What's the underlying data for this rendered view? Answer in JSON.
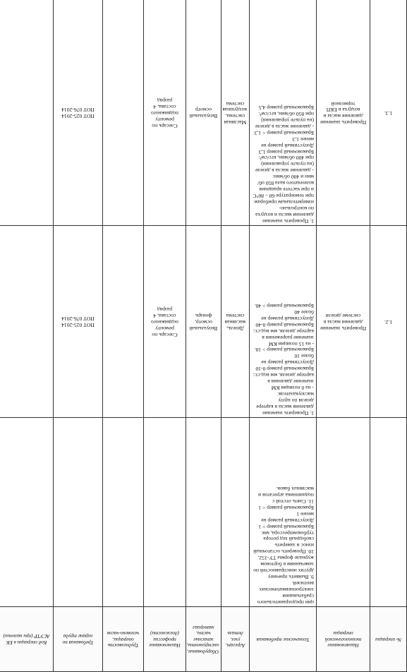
{
  "headers": {
    "num": "№ операции",
    "name": "Наименование технологической операции",
    "req": "Технические требования",
    "unit": "Агрегат, узел, деталь",
    "eq": "Оборудование, инструменты, запасные части, материал",
    "prof": "Наименование профессии (должности)",
    "time": "Трудоемкость операции, человеко-часов",
    "labor": "Требования по охране труда",
    "kod": "Код операции в ЕК АСУТР (при наличии)"
  },
  "rows": [
    {
      "num": "",
      "name": "",
      "req": [
        "ции предохранительного срабатывания электропневматических вентилей.",
        "9. Выявить причину других неисправностей по замечаниям в бортовом журнале формы ТУ-152.",
        "10. Проверить остаточный износ и замерить свободный ход ротора турбокомпрессора, мм:",
        "Браковочный размер > 1",
        "Допустимый размер не менее 1",
        "Браковочный размер < 1",
        "11. Снять отстой с подшипника агрегатов и масляных баков."
      ],
      "unit": "",
      "eq": "",
      "prof": "",
      "time": "",
      "labor": [],
      "kod": ""
    },
    {
      "num": "1.2.",
      "name": "Проверить значение давления масла в системе дизеля",
      "req": [
        "1. Проверить значение давления масла в картере дизеля по щупу маслоуказателя:",
        "- на 0 позиции КМ значение давления в картере дизеля, мм вод.ст.:",
        "Браковочный размер 0-10",
        "Допустимый размер не более 10",
        "Браковочный размер > 10.",
        "- на 15 позиции КМ значение разрежения в картере дизеля, мм вод.ст.:",
        "Браковочный размер 0-40",
        "Допустимый размер не более 40",
        "Браковочный размер > 40."
      ],
      "unit": "Дизель, масляная система",
      "eq": "Визуальный осмотр, фонарь",
      "prof": "Слесарь по ремонту подвижного состава, 4 разряд",
      "time": "",
      "labor": [
        "ПОТ 025-2014",
        "ПОТ 076-2014"
      ],
      "kod": ""
    },
    {
      "num": "1.3.",
      "name": "Проверить значение давления масла и воздуха в ЕКП тормозной",
      "req": [
        "1. Проверить значение давления масла и воздуха по контрольно-измерительным приборам при температуре 60 – 80°С и при частоте вращения коленчатого вала 850 об/мин и 400 об/мин:",
        "- давление масла в дизеле (на пульте управления) при 400 об/мин, кгс/см²:",
        "Браковочный размер 1,3",
        "Допустимый размер не менее 1,3",
        "Браковочный размер < 1,3",
        "- давление масла в дизеле (на пульте управления) при 850 об/мин, кгс/см²:",
        "Браковочный размер 4,5"
      ],
      "unit": "Масляная система, воздушная система",
      "eq": "Визуальный осмотр",
      "prof": "Слесарь по ремонту подвижного состава, 4 разряд",
      "time": "",
      "labor": [
        "ПОТ 025-2014",
        "ПОТ 076-2014"
      ],
      "kod": ""
    }
  ]
}
